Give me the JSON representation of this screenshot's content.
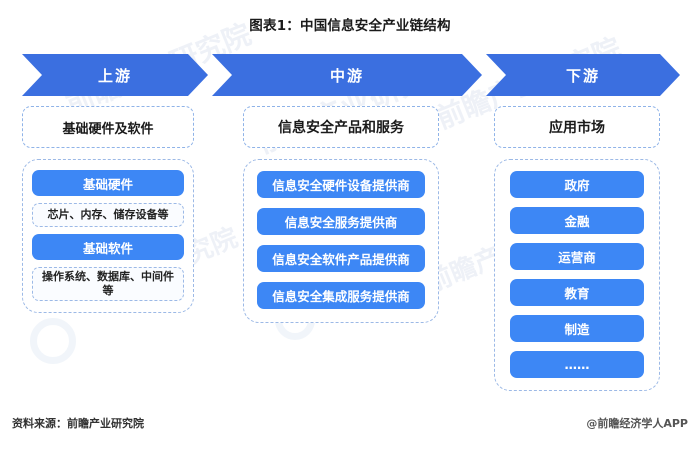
{
  "title": "图表1：中国信息安全产业链结构",
  "banner": {
    "segments": [
      {
        "label": "上游"
      },
      {
        "label": "中游"
      },
      {
        "label": "下游"
      }
    ]
  },
  "columns": {
    "upstream": {
      "header": "基础硬件及软件",
      "items": [
        {
          "type": "blue",
          "label": "基础硬件"
        },
        {
          "type": "light",
          "label": "芯片、内存、储存设备等"
        },
        {
          "type": "blue",
          "label": "基础软件"
        },
        {
          "type": "light",
          "label": "操作系统、数据库、中间件等"
        }
      ]
    },
    "midstream": {
      "header": "信息安全产品和服务",
      "items": [
        {
          "type": "blue",
          "label": "信息安全硬件设备提供商"
        },
        {
          "type": "blue",
          "label": "信息安全服务提供商"
        },
        {
          "type": "blue",
          "label": "信息安全软件产品提供商"
        },
        {
          "type": "blue",
          "label": "信息安全集成服务提供商"
        }
      ]
    },
    "downstream": {
      "header": "应用市场",
      "items": [
        {
          "type": "blue",
          "label": "政府"
        },
        {
          "type": "blue",
          "label": "金融"
        },
        {
          "type": "blue",
          "label": "运营商"
        },
        {
          "type": "blue",
          "label": "教育"
        },
        {
          "type": "blue",
          "label": "制造"
        },
        {
          "type": "blue",
          "label": "……"
        }
      ]
    }
  },
  "footer": {
    "source": "资料来源：前瞻产业研究院",
    "credit": "@前瞻经济学人APP"
  },
  "watermarks": {
    "text_a": "前瞻产业研究院",
    "text_b": "前瞻产业研究院",
    "text_c": "前瞻产业研究院",
    "text_d": "前瞻产业研究院",
    "text_e": "前瞻产业研究院"
  },
  "colors": {
    "banner_blue": "#3b6fe0",
    "pill_blue": "#3d87f5",
    "dashed_border": "#9cb9e6",
    "pill_light_bg": "#fafcff"
  }
}
